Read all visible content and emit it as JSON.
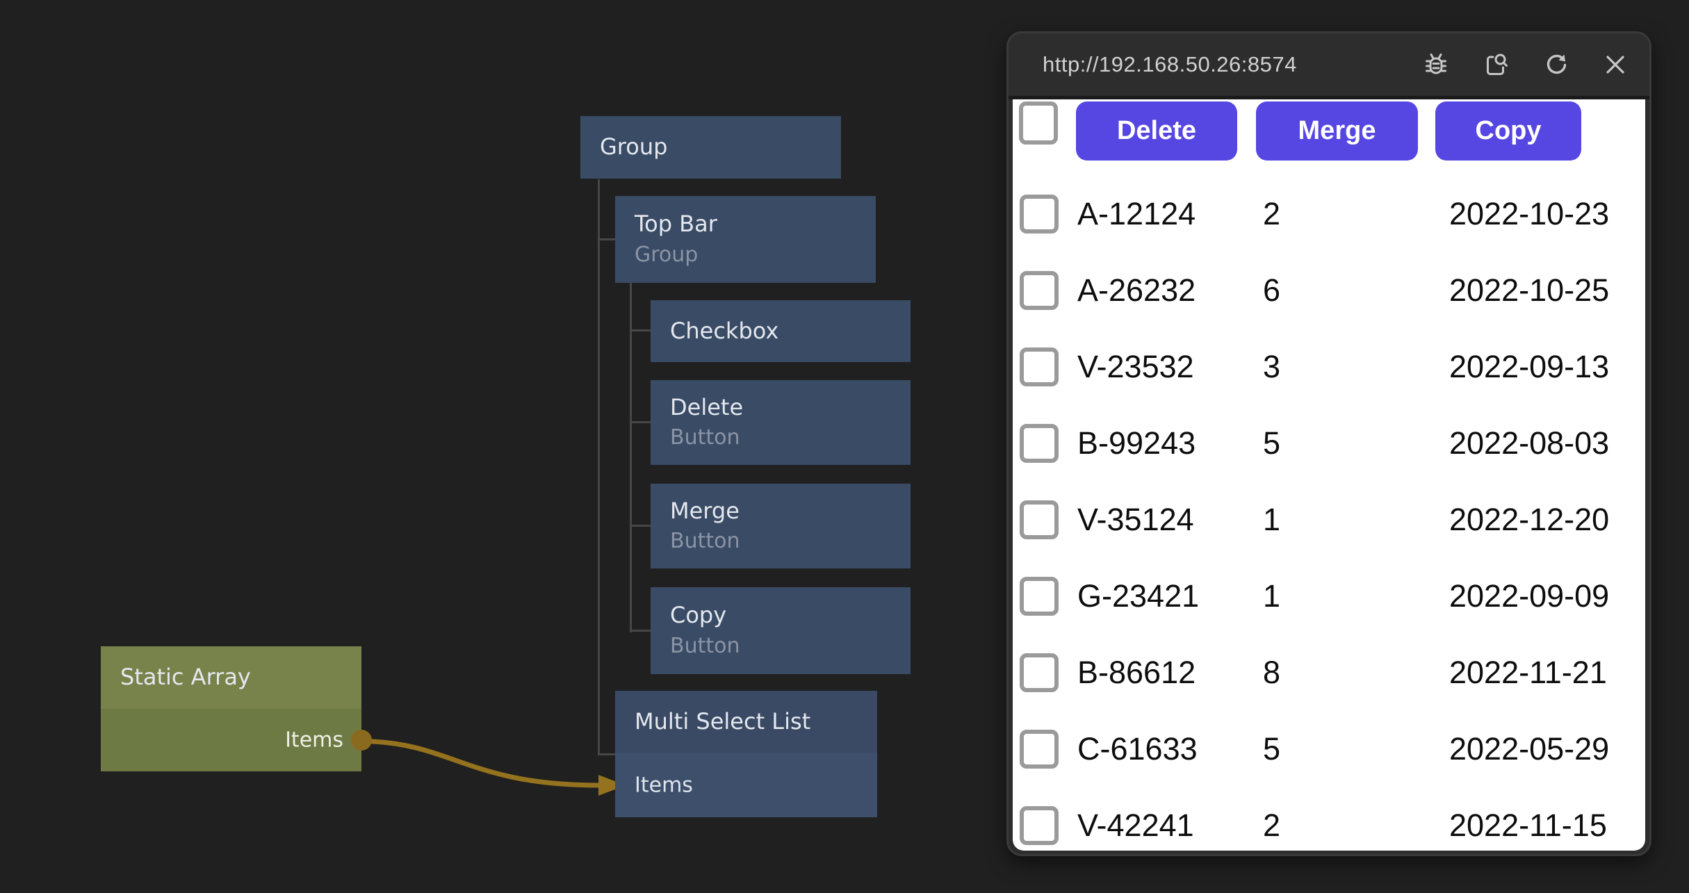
{
  "graph": {
    "group": {
      "title": "Group"
    },
    "top_bar": {
      "title": "Top Bar",
      "subtitle": "Group"
    },
    "checkbox": {
      "title": "Checkbox"
    },
    "delete_node": {
      "title": "Delete",
      "subtitle": "Button"
    },
    "merge_node": {
      "title": "Merge",
      "subtitle": "Button"
    },
    "copy_node": {
      "title": "Copy",
      "subtitle": "Button"
    },
    "multi_select_list": {
      "title": "Multi Select List",
      "items_label": "Items"
    },
    "static_array": {
      "title": "Static Array",
      "items_label": "Items"
    },
    "colors": {
      "node_blue": "#3a4b66",
      "node_blue_section": "#3e4f6b",
      "olive_header": "#78834b",
      "olive_body": "#6e7a44",
      "wire_gold": "#95731e",
      "port_gold": "#8a6a1e",
      "tree_line": "#474747"
    }
  },
  "preview": {
    "url": "http://192.168.50.26:8574",
    "titlebar_icons": [
      "bug-icon",
      "open-preview-icon",
      "refresh-icon",
      "close-icon"
    ],
    "toolbar": {
      "delete": "Delete",
      "merge": "Merge",
      "copy": "Copy"
    },
    "accent_color": "#5747e2",
    "rows": [
      {
        "id": "A-12124",
        "count": "2",
        "date": "2022-10-23"
      },
      {
        "id": "A-26232",
        "count": "6",
        "date": "2022-10-25"
      },
      {
        "id": "V-23532",
        "count": "3",
        "date": "2022-09-13"
      },
      {
        "id": "B-99243",
        "count": "5",
        "date": "2022-08-03"
      },
      {
        "id": "V-35124",
        "count": "1",
        "date": "2022-12-20"
      },
      {
        "id": "G-23421",
        "count": "1",
        "date": "2022-09-09"
      },
      {
        "id": "B-86612",
        "count": "8",
        "date": "2022-11-21"
      },
      {
        "id": "C-61633",
        "count": "5",
        "date": "2022-05-29"
      },
      {
        "id": "V-42241",
        "count": "2",
        "date": "2022-11-15"
      }
    ]
  }
}
